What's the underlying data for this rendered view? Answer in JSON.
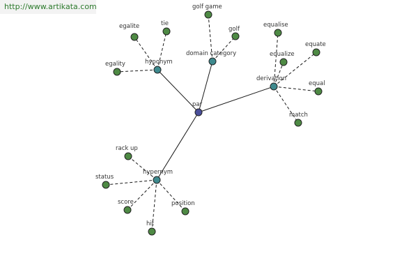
{
  "watermark": "http://www.artikata.com",
  "colors": {
    "root": "#4a4f9a",
    "relation": "#3e8a8e",
    "leaf": "#4e8a44",
    "edge": "#1a1a1a"
  },
  "root": {
    "id": "root",
    "label": "par"
  },
  "relations": [
    {
      "id": "hyponym",
      "label": "hyponym",
      "terms": [
        "egalite",
        "tie",
        "egality"
      ]
    },
    {
      "id": "domain",
      "label": "domain category",
      "terms": [
        "golf game",
        "golf"
      ]
    },
    {
      "id": "derivation",
      "label": "derivation",
      "terms": [
        "equalise",
        "equalize",
        "equate",
        "equal",
        "match"
      ]
    },
    {
      "id": "hypernym",
      "label": "hypernym",
      "terms": [
        "rack up",
        "status",
        "score",
        "hit",
        "position"
      ]
    }
  ]
}
